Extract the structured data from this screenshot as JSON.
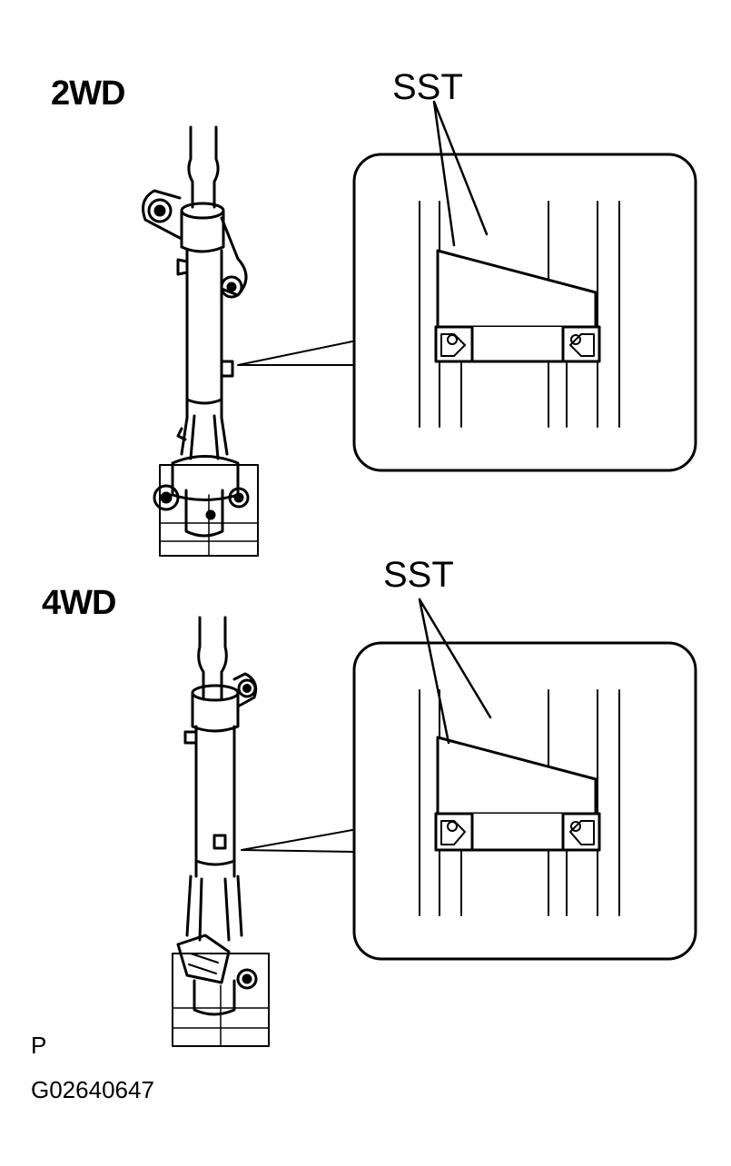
{
  "figure": {
    "sections": [
      {
        "label": "2WD",
        "callout": "SST"
      },
      {
        "label": "4WD",
        "callout": "SST"
      }
    ],
    "view_code": "P",
    "figure_id": "G02640647"
  }
}
